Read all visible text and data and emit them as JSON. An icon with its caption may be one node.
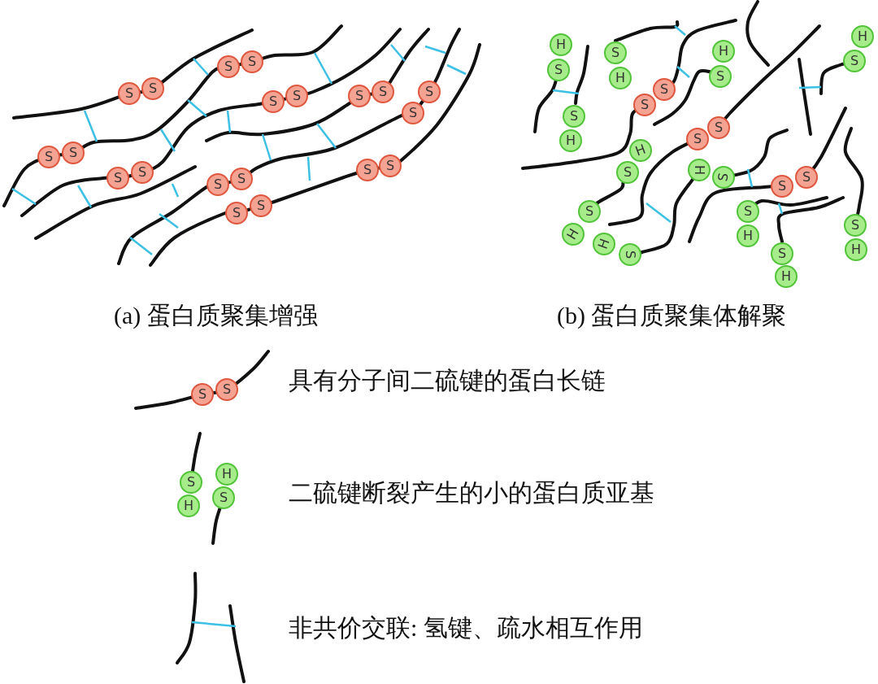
{
  "diagram": {
    "nodes": [
      {
        "text": [
          "S"
        ]
      },
      {
        "text": [
          "S"
        ]
      },
      {
        "text": [
          "S"
        ]
      },
      {
        "text": [
          "S"
        ]
      },
      {
        "text": [
          "S"
        ]
      },
      {
        "text": [
          "S"
        ]
      },
      {
        "text": [
          "S"
        ]
      },
      {
        "text": [
          "S"
        ]
      },
      {
        "text": [
          "S"
        ]
      },
      {
        "text": [
          "S"
        ]
      },
      {
        "text": [
          "S"
        ]
      },
      {
        "text": [
          "S"
        ]
      },
      {
        "text": [
          "S"
        ]
      },
      {
        "text": [
          "S"
        ]
      },
      {
        "text": [
          "S"
        ]
      },
      {
        "text": [
          "S"
        ]
      },
      {
        "text": [
          "S"
        ]
      },
      {
        "text": [
          "S"
        ]
      },
      {
        "text": [
          "S"
        ]
      },
      {
        "text": [
          "S"
        ]
      },
      {
        "text": [
          "H"
        ]
      },
      {
        "text": [
          "S"
        ]
      },
      {
        "text": [
          "S"
        ]
      },
      {
        "text": [
          "H"
        ]
      },
      {
        "text": [
          "S"
        ]
      },
      {
        "text": [
          "S"
        ]
      },
      {
        "text": [
          "H"
        ]
      },
      {
        "text": [
          "S"
        ]
      },
      {
        "text": [
          "H"
        ]
      },
      {
        "text": [
          "S"
        ]
      },
      {
        "text": [
          "S"
        ]
      },
      {
        "text": [
          "H"
        ]
      },
      {
        "text": [
          "S"
        ]
      },
      {
        "text": [
          "S"
        ]
      },
      {
        "text": [
          "H"
        ]
      },
      {
        "text": [
          "S"
        ]
      },
      {
        "text": [
          "H"
        ]
      },
      {
        "text": [
          "S"
        ]
      },
      {
        "text": [
          "S"
        ]
      },
      {
        "text": [
          "S"
        ]
      },
      {
        "text": [
          "S"
        ]
      },
      {
        "text": [
          "H"
        ]
      },
      {
        "text": [
          "H"
        ]
      },
      {
        "text": [
          "S"
        ]
      },
      {
        "text": [
          "S"
        ]
      },
      {
        "text": [
          "H"
        ]
      },
      {
        "text": [
          "S"
        ]
      },
      {
        "text": [
          "H"
        ]
      },
      {
        "text": [
          "S"
        ]
      },
      {
        "text": [
          "H"
        ]
      },
      {
        "text": [
          "S"
        ]
      },
      {
        "text": [
          "S"
        ]
      },
      {
        "text": [
          "S"
        ]
      },
      {
        "text": [
          "H"
        ]
      },
      {
        "text": [
          "H"
        ]
      },
      {
        "text": [
          "S"
        ]
      }
    ],
    "edges": [
      {
        "from": 35,
        "to": 40,
        "arrow": "none"
      },
      {
        "from": 36,
        "to": 43,
        "arrow": "none"
      }
    ],
    "labels": [
      "(a) 蛋白质聚集增强",
      "(b) 蛋白质聚集体解聚"
    ],
    "legend": [
      {
        "text": "具有分子间二硫键的蛋白长链"
      },
      {
        "text": "二硫键断裂产生的小的蛋白质亚基"
      },
      {
        "text": "非共价交联: 氢键、疏水相互作用"
      }
    ]
  }
}
